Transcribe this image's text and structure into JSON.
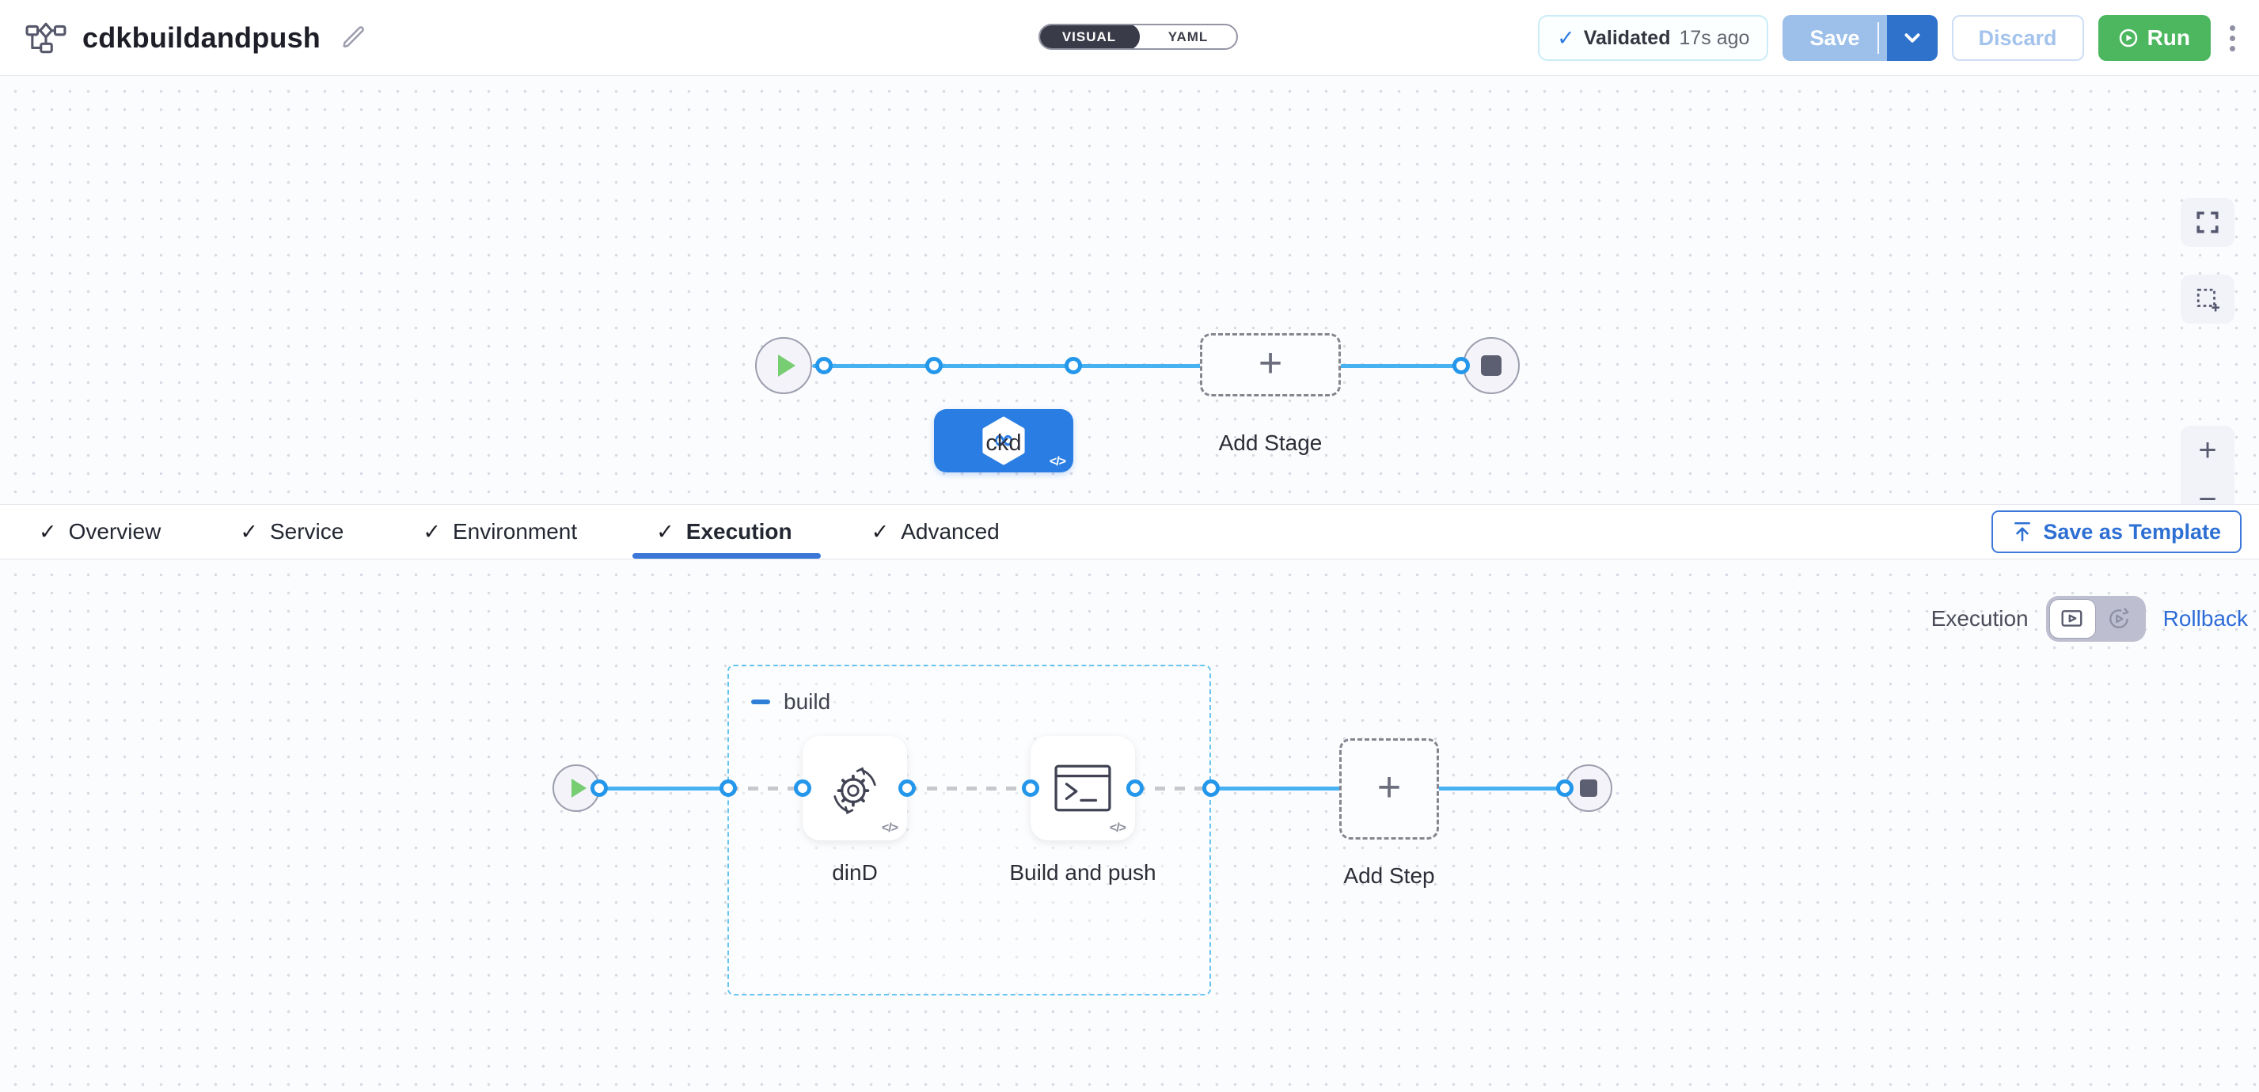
{
  "header": {
    "title": "cdkbuildandpush",
    "mode_visual": "VISUAL",
    "mode_yaml": "YAML",
    "validated_label": "Validated",
    "validated_time": "17s ago",
    "save": "Save",
    "discard": "Discard",
    "run": "Run"
  },
  "pipeline_canvas": {
    "stage_name": "ckd",
    "add_stage": "Add Stage"
  },
  "tabs": {
    "items": [
      {
        "label": "Overview"
      },
      {
        "label": "Service"
      },
      {
        "label": "Environment"
      },
      {
        "label": "Execution"
      },
      {
        "label": "Advanced"
      }
    ],
    "save_as_template": "Save as Template"
  },
  "execution_bar": {
    "execution": "Execution",
    "rollback": "Rollback"
  },
  "stage_canvas": {
    "group": "build",
    "step1": "dinD",
    "step2": "Build and push",
    "add_step": "Add Step"
  },
  "icons": {
    "check": "✓",
    "plus": "+",
    "minus": "−",
    "infinity": "∞",
    "code": "</>"
  },
  "colors": {
    "stage_blue": "#2a7de2",
    "line_blue": "#47b1f2",
    "run_green": "#4cb75e",
    "tab_underline": "#3b76d9",
    "validated_check": "#2d7be0"
  }
}
